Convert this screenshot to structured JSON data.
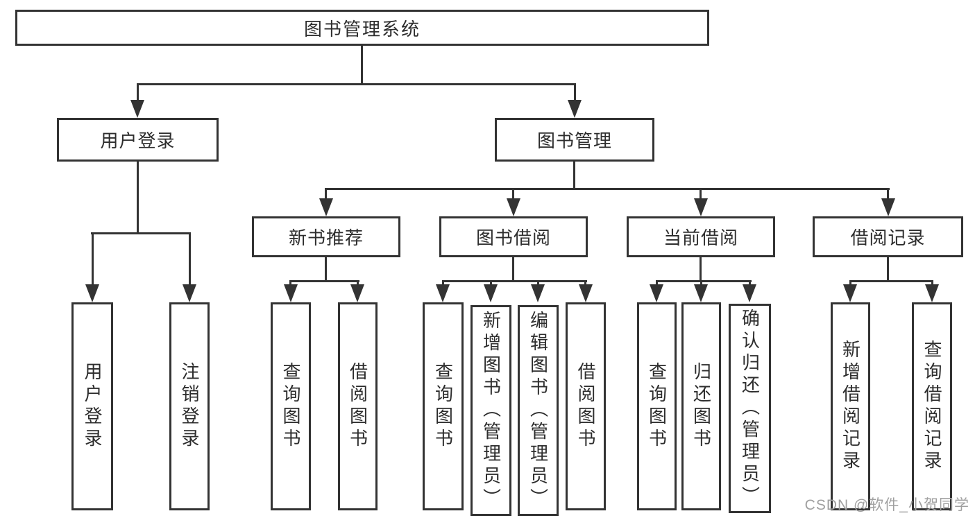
{
  "colors": {
    "background": "#ffffff",
    "line": "#333333",
    "text": "#2d2d2d",
    "watermark": "#a0a0a0"
  },
  "root": {
    "label": "图书管理系统"
  },
  "branches": {
    "user_login": {
      "label": "用户登录"
    },
    "book_management": {
      "label": "图书管理"
    }
  },
  "modules": {
    "new_book_recommendation": {
      "label": "新书推荐"
    },
    "book_borrowing": {
      "label": "图书借阅"
    },
    "current_borrowing": {
      "label": "当前借阅"
    },
    "borrowing_records": {
      "label": "借阅记录"
    }
  },
  "leaves": {
    "user_login": [
      {
        "label": "用户登录"
      },
      {
        "label": "注销登录"
      }
    ],
    "new_book_recommendation": [
      {
        "label": "查询图书"
      },
      {
        "label": "借阅图书"
      }
    ],
    "book_borrowing": [
      {
        "label": "查询图书"
      },
      {
        "label": "新增图书（管理员）"
      },
      {
        "label": "编辑图书（管理员）"
      },
      {
        "label": "借阅图书"
      }
    ],
    "current_borrowing": [
      {
        "label": "查询图书"
      },
      {
        "label": "归还图书"
      },
      {
        "label": "确认归还（管理员）"
      }
    ],
    "borrowing_records": [
      {
        "label": "新增借阅记录"
      },
      {
        "label": "查询借阅记录"
      }
    ]
  },
  "watermark": {
    "text": "CSDN @软件_小贺同学"
  }
}
